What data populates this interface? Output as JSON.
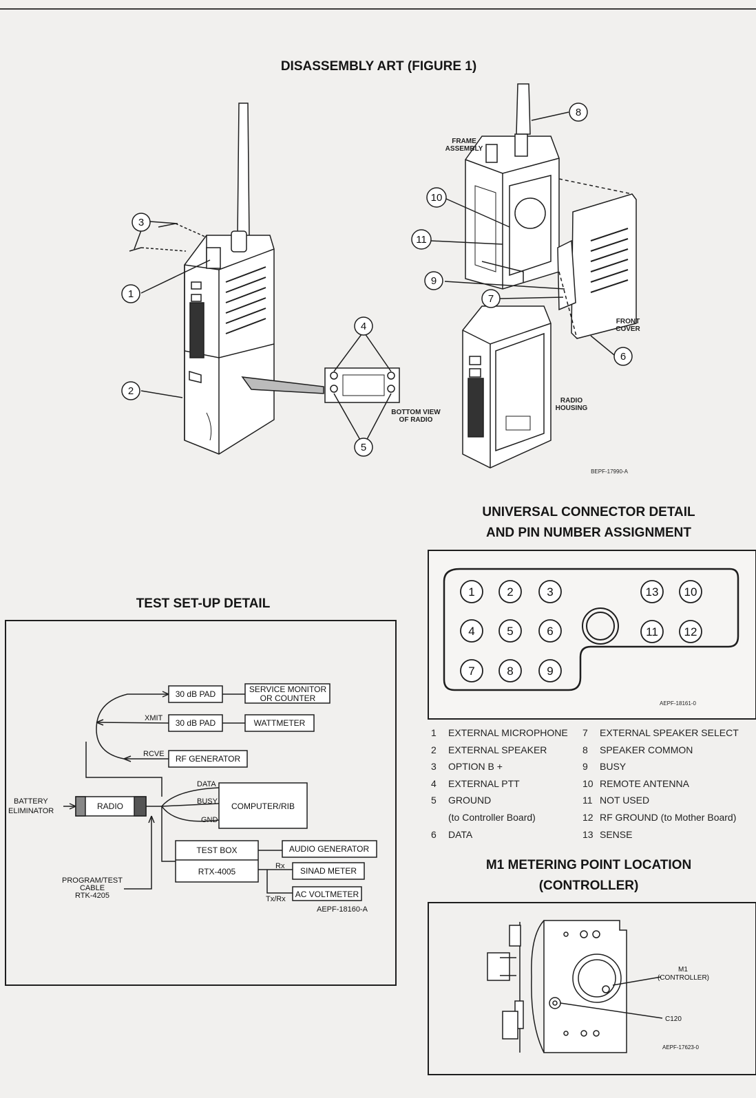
{
  "figures": {
    "disassembly": {
      "title": "DISASSEMBLY ART (FIGURE 1)",
      "callouts": [
        "1",
        "2",
        "3",
        "4",
        "5",
        "6",
        "7",
        "8",
        "9",
        "10",
        "11"
      ],
      "labels": {
        "frame_assembly": [
          "FRAME",
          "ASSEMBLY"
        ],
        "bottom_view": [
          "BOTTOM VIEW",
          "OF RADIO"
        ],
        "front_cover": [
          "FRONT",
          "COVER"
        ],
        "radio_housing": [
          "RADIO",
          "HOUSING"
        ],
        "ref": "BEPF-17990-A"
      }
    },
    "connector": {
      "title_line1": "UNIVERSAL CONNECTOR DETAIL",
      "title_line2": "AND PIN NUMBER ASSIGNMENT",
      "ref": "AEPF-18161-0",
      "pins": [
        "1",
        "2",
        "3",
        "4",
        "5",
        "6",
        "7",
        "8",
        "9",
        "10",
        "11",
        "12",
        "13"
      ],
      "legend_left": [
        {
          "n": "1",
          "text": "EXTERNAL MICROPHONE"
        },
        {
          "n": "2",
          "text": "EXTERNAL SPEAKER"
        },
        {
          "n": "3",
          "text": "OPTION B +"
        },
        {
          "n": "4",
          "text": "EXTERNAL PTT"
        },
        {
          "n": "5",
          "text": "GROUND"
        },
        {
          "n": "",
          "text": "(to Controller Board)"
        },
        {
          "n": "6",
          "text": "DATA"
        }
      ],
      "legend_right": [
        {
          "n": "7",
          "text": "EXTERNAL SPEAKER SELECT"
        },
        {
          "n": "8",
          "text": "SPEAKER COMMON"
        },
        {
          "n": "9",
          "text": "BUSY"
        },
        {
          "n": "10",
          "text": "REMOTE ANTENNA"
        },
        {
          "n": "11",
          "text": "NOT USED"
        },
        {
          "n": "12",
          "text": "RF GROUND (to Mother Board)"
        },
        {
          "n": "13",
          "text": "SENSE"
        }
      ]
    },
    "test_setup": {
      "title": "TEST SET-UP DETAIL",
      "ref": "AEPF-18160-A",
      "boxes": {
        "pad1": "30 dB PAD",
        "service_monitor": [
          "SERVICE MONITOR",
          "OR COUNTER"
        ],
        "pad2": "30 dB PAD",
        "wattmeter": "WATTMETER",
        "rf_generator": "RF GENERATOR",
        "radio": "RADIO",
        "computer": "COMPUTER/RIB",
        "test_box": [
          "TEST BOX",
          "RTX-4005"
        ],
        "audio_generator": "AUDIO GENERATOR",
        "sinad_meter": "SINAD METER",
        "ac_voltmeter": "AC VOLTMETER"
      },
      "labels": {
        "xmit": "XMIT",
        "rcve": "RCVE",
        "data": "DATA",
        "busy": "BUSY",
        "gnd": "GND",
        "battery": [
          "BATTERY",
          "ELIMINATOR"
        ],
        "program_cable": [
          "PROGRAM/TEST",
          "CABLE",
          "RTK-4205"
        ],
        "rx": "Rx",
        "txrx": "Tx/Rx"
      }
    },
    "metering": {
      "title_line1": "M1 METERING POINT LOCATION",
      "title_line2": "(CONTROLLER)",
      "labels": {
        "m1": [
          "M1",
          "(CONTROLLER)"
        ],
        "c120": "C120",
        "ref": "AEPF-17623-0"
      }
    }
  }
}
